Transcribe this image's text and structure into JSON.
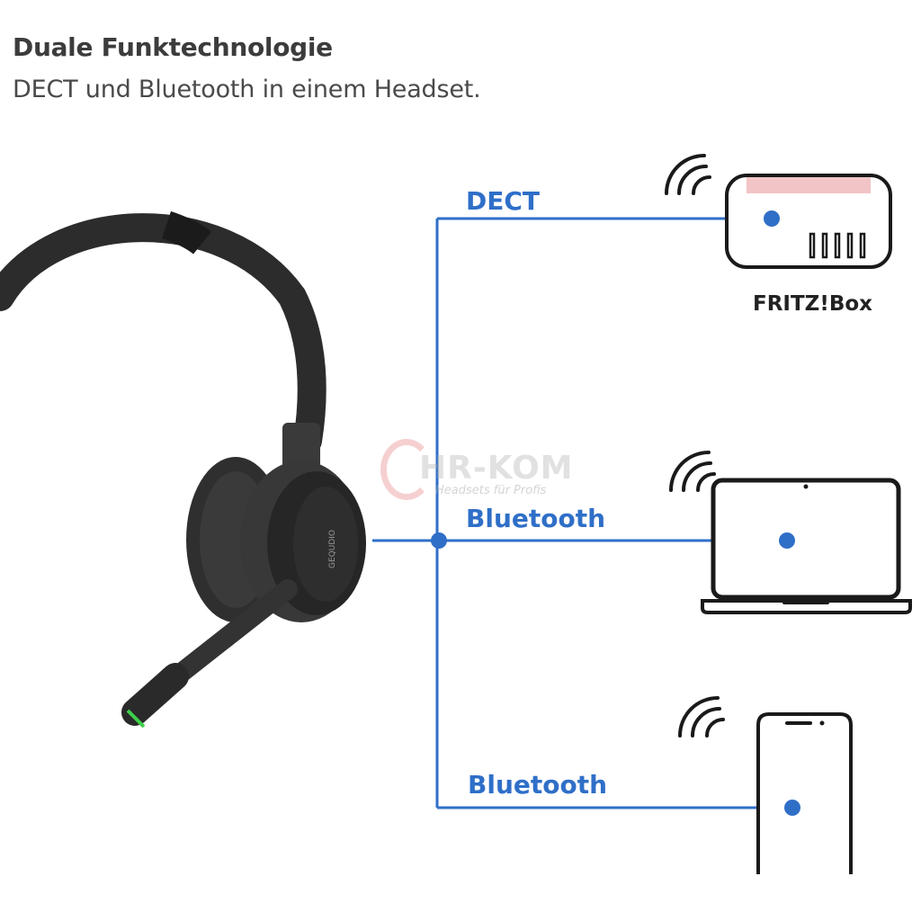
{
  "header": {
    "title": "Duale Funktechnologie",
    "subtitle": "DECT und Bluetooth in einem Headset."
  },
  "connections": [
    {
      "label": "DECT"
    },
    {
      "label": "Bluetooth"
    },
    {
      "label": "Bluetooth"
    }
  ],
  "devices": {
    "router_label": "FRITZ!Box"
  },
  "headset": {
    "brand_text": "GEQUDIO"
  },
  "watermark": {
    "brand": "HR-KOM",
    "tagline": "Headsets für Profis"
  },
  "colors": {
    "accent": "#2f6fc8",
    "router_stripe": "#f2c4c6",
    "icon_stroke": "#1a1a1a",
    "headset_dark": "#2a2a2a",
    "mic_led": "#3ecf4a"
  }
}
